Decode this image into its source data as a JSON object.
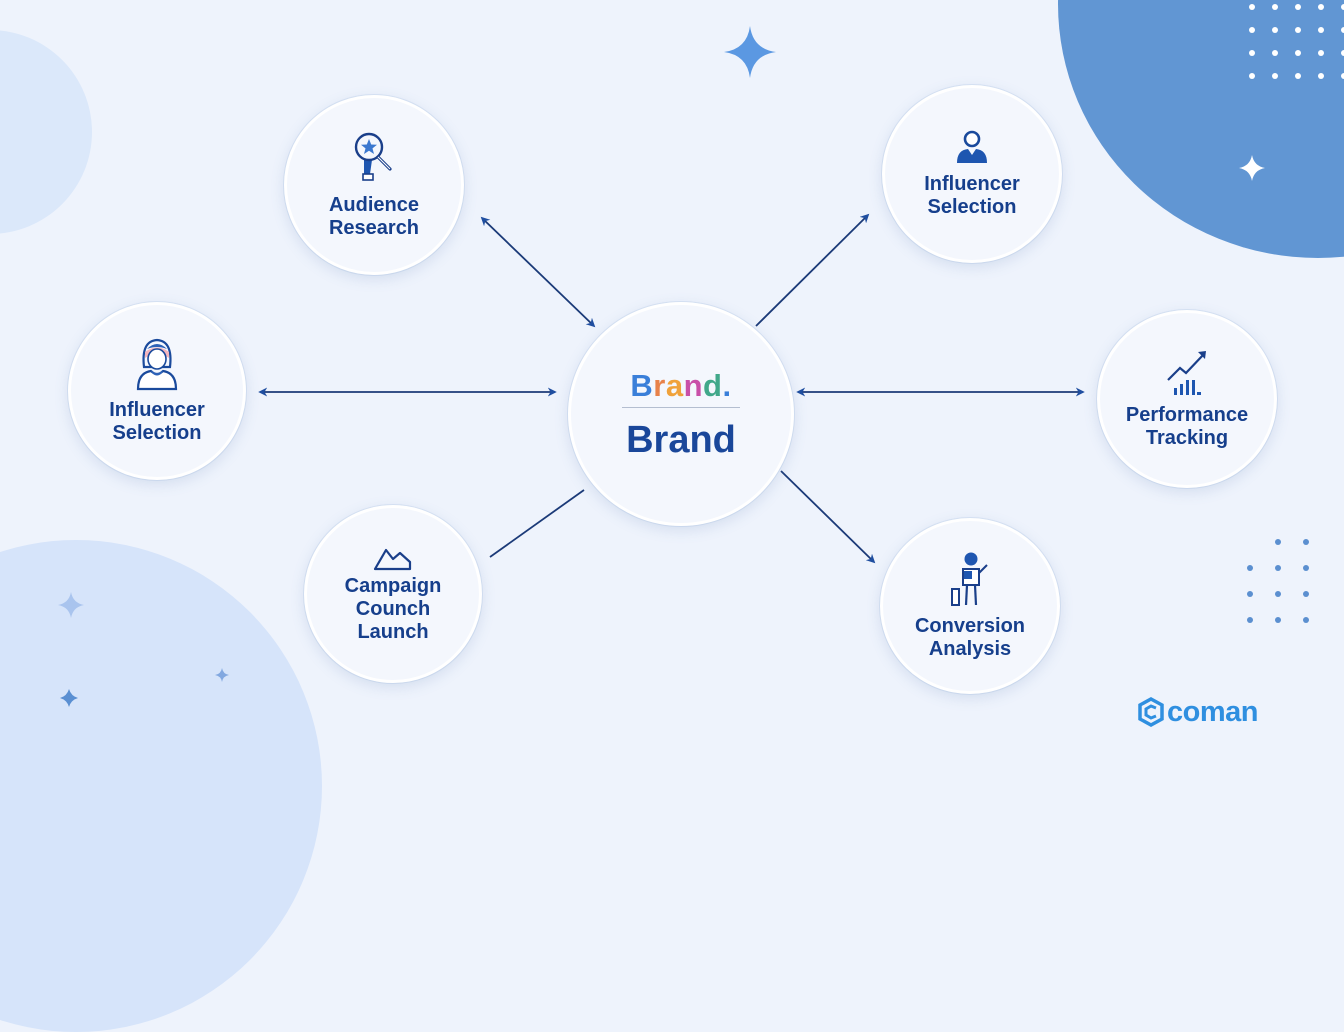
{
  "diagram": {
    "center": {
      "logo_letters": [
        {
          "char": "B",
          "color": "#3a7fd9"
        },
        {
          "char": "r",
          "color": "#e8824a"
        },
        {
          "char": "a",
          "color": "#f0a23b"
        },
        {
          "char": "n",
          "color": "#c94fa8"
        },
        {
          "char": "d",
          "color": "#41a88a"
        },
        {
          "char": ".",
          "color": "#3a7fd9"
        }
      ],
      "title": "Brand"
    },
    "nodes": [
      {
        "id": "audience-research",
        "label": "Audience\nResearch",
        "icon": "magnifier-star-icon"
      },
      {
        "id": "influencer-selection-right",
        "label": "Influencer\nSelection",
        "icon": "person-icon"
      },
      {
        "id": "influencer-selection-left",
        "label": "Influencer\nSelection",
        "icon": "woman-avatar-icon"
      },
      {
        "id": "performance-tracking",
        "label": "Performance\nTracking",
        "icon": "trend-chart-icon"
      },
      {
        "id": "campaign-launch",
        "label": "Campaign\nCounch\nLaunch",
        "icon": "mountain-icon"
      },
      {
        "id": "conversion-analysis",
        "label": "Conversion\nAnalysis",
        "icon": "person-chart-icon"
      }
    ],
    "edges": [
      {
        "from": "audience-research",
        "to": "center",
        "style": "double-arrow"
      },
      {
        "from": "center",
        "to": "influencer-selection-right",
        "style": "arrow"
      },
      {
        "from": "influencer-selection-left",
        "to": "center",
        "style": "double-arrow"
      },
      {
        "from": "center",
        "to": "performance-tracking",
        "style": "double-arrow"
      },
      {
        "from": "campaign-launch",
        "to": "center",
        "style": "line"
      },
      {
        "from": "center",
        "to": "conversion-analysis",
        "style": "arrow"
      }
    ]
  },
  "colors": {
    "background": "#eef3fc",
    "node_text": "#163f8c",
    "edge": "#1b3a78",
    "accent_blue": "#6196d3",
    "logo": "#2f8fe0"
  },
  "branding": {
    "logo_text": "coman",
    "logo_icon": "hexagon-c-icon"
  }
}
